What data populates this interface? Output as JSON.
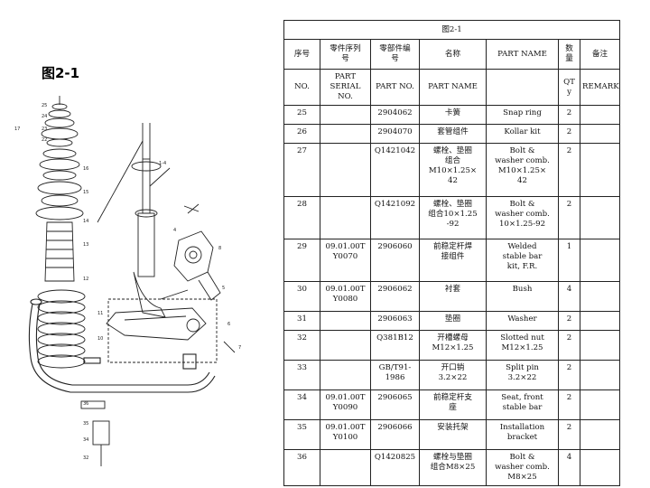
{
  "figure_title": "图2-1",
  "table": {
    "caption": "图2-1",
    "header_cn": {
      "no": "序号",
      "serial": "零件序列\n号",
      "part_no": "零部件编\n号",
      "name": "名称",
      "part_name": "PART NAME",
      "qty": "数\n量",
      "remark": "备注"
    },
    "header_en": {
      "no": "NO.",
      "serial": "PART\nSERIAL NO.",
      "part_no": "PART NO.",
      "name": "PART NAME",
      "qty": "QT\ny",
      "remark": "REMARK"
    },
    "rows": [
      {
        "no": "25",
        "serial": "",
        "part_no": "2904062",
        "name_cn": "卡簧",
        "name_en": "Snap ring",
        "qty": "2",
        "remark": ""
      },
      {
        "no": "26",
        "serial": "",
        "part_no": "2904070",
        "name_cn": "套管组件",
        "name_en": "Kollar kit",
        "qty": "2",
        "remark": ""
      },
      {
        "no": "27",
        "serial": "",
        "part_no": "Q1421042",
        "name_cn": "螺栓、垫圈\n组合\nM10×1.25×\n42",
        "name_en": "Bolt &\nwasher comb.\nM10×1.25×\n42",
        "qty": "2",
        "remark": ""
      },
      {
        "no": "28",
        "serial": "",
        "part_no": "Q1421092",
        "name_cn": "螺栓、垫圈\n组合10×1.25\n-92",
        "name_en": "Bolt &\nwasher comb.\n10×1.25-92",
        "qty": "2",
        "remark": ""
      },
      {
        "no": "29",
        "serial": "09.01.00T\nY0070",
        "part_no": "2906060",
        "name_cn": "前稳定杆焊\n接组件",
        "name_en": "Welded\nstable bar\nkit, F.R.",
        "qty": "1",
        "remark": ""
      },
      {
        "no": "30",
        "serial": "09.01.00T\nY0080",
        "part_no": "2906062",
        "name_cn": "衬套",
        "name_en": "Bush",
        "qty": "4",
        "remark": ""
      },
      {
        "no": "31",
        "serial": "",
        "part_no": "2906063",
        "name_cn": "垫圈",
        "name_en": "Washer",
        "qty": "2",
        "remark": ""
      },
      {
        "no": "32",
        "serial": "",
        "part_no": "Q381B12",
        "name_cn": "开槽螺母\nM12×1.25",
        "name_en": "Slotted nut\nM12×1.25",
        "qty": "2",
        "remark": ""
      },
      {
        "no": "33",
        "serial": "",
        "part_no": "GB/T91-\n1986",
        "name_cn": "开口销\n3.2×22",
        "name_en": "Split pin\n3.2×22",
        "qty": "2",
        "remark": ""
      },
      {
        "no": "34",
        "serial": "09.01.00T\nY0090",
        "part_no": "2906065",
        "name_cn": "前稳定杆支\n座",
        "name_en": "Seat, front\nstable bar",
        "qty": "2",
        "remark": ""
      },
      {
        "no": "35",
        "serial": "09.01.00T\nY0100",
        "part_no": "2906066",
        "name_cn": "安装托架",
        "name_en": "Installation\nbracket",
        "qty": "2",
        "remark": ""
      },
      {
        "no": "36",
        "serial": "",
        "part_no": "Q1420825",
        "name_cn": "螺栓与垫圈\n组合M8×25",
        "name_en": "Bolt &\nwasher comb.\nM8×25",
        "qty": "4",
        "remark": ""
      }
    ]
  }
}
